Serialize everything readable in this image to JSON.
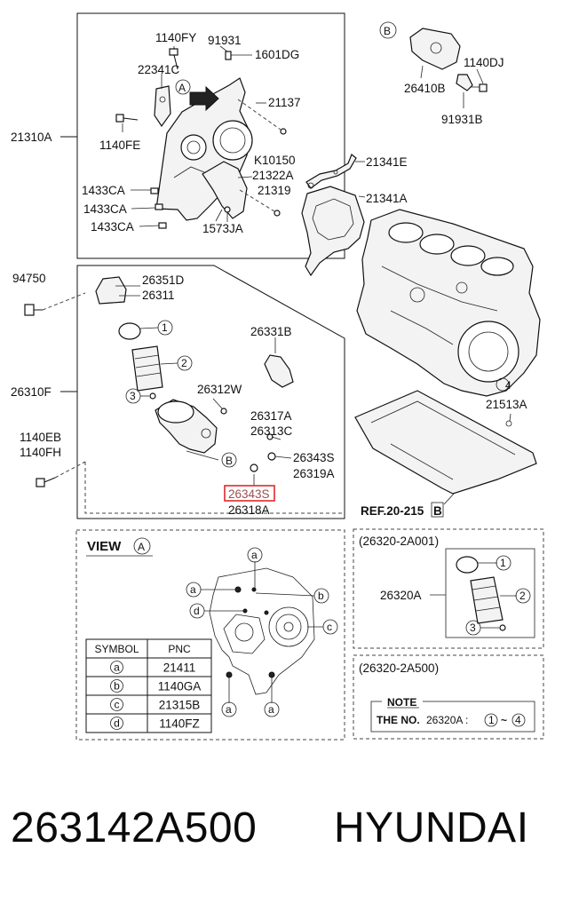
{
  "labels": {
    "l_1140FY": "1140FY",
    "l_91931": "91931",
    "l_1601DG": "1601DG",
    "l_22341C": "22341C",
    "l_21137": "21137",
    "l_21310A": "21310A",
    "l_1140FE": "1140FE",
    "l_K10150": "K10150",
    "l_21322A": "21322A",
    "l_21319": "21319",
    "l_1433CA_1": "1433CA",
    "l_1433CA_2": "1433CA",
    "l_1433CA_3": "1433CA",
    "l_1573JA": "1573JA",
    "l_21341E": "21341E",
    "l_21341A": "21341A",
    "l_26410B": "26410B",
    "l_1140DJ": "1140DJ",
    "l_91931B": "91931B",
    "l_94750": "94750",
    "l_26351D": "26351D",
    "l_26311": "26311",
    "l_26331B": "26331B",
    "l_26310F": "26310F",
    "l_26312W": "26312W",
    "l_26317A": "26317A",
    "l_26313C": "26313C",
    "l_26343S_1": "26343S",
    "l_26319A": "26319A",
    "l_26343S_hl": "26343S",
    "l_26318A": "26318A",
    "l_1140EB": "1140EB",
    "l_1140FH": "1140FH",
    "l_21513A": "21513A",
    "l_ref": "REF.20-215",
    "l_ref_b": "B",
    "l_view": "VIEW",
    "l_view_a": "A",
    "l_box_a": "A",
    "l_box_b": "B",
    "l_box_b2": "B",
    "l_26320_2A001": "(26320-2A001)",
    "l_26320A": "26320A",
    "l_26320_2A500": "(26320-2A500)",
    "l_note": "NOTE",
    "l_theno": "THE NO.",
    "l_theno_pn": "26320A :",
    "l_tilde": "~",
    "c1": "1",
    "c2": "2",
    "c3": "3",
    "c4": "4",
    "k1": "1",
    "k2": "2",
    "k3": "3",
    "n1": "1",
    "n4": "4",
    "va1": "a",
    "va2": "a",
    "va3": "a",
    "va4": "a",
    "vb": "b",
    "vc": "c",
    "vd": "d"
  },
  "symbol_table": {
    "headers": [
      "SYMBOL",
      "PNC"
    ],
    "rows": [
      {
        "symbol": "a",
        "pnc": "21411"
      },
      {
        "symbol": "b",
        "pnc": "1140GA"
      },
      {
        "symbol": "c",
        "pnc": "21315B"
      },
      {
        "symbol": "d",
        "pnc": "1140FZ"
      }
    ]
  },
  "footer": {
    "part_number": "263142A500",
    "brand": "HYUNDAI"
  },
  "colors": {
    "highlight_box": "#e0282d",
    "highlight_text": "#9a4f4f"
  }
}
